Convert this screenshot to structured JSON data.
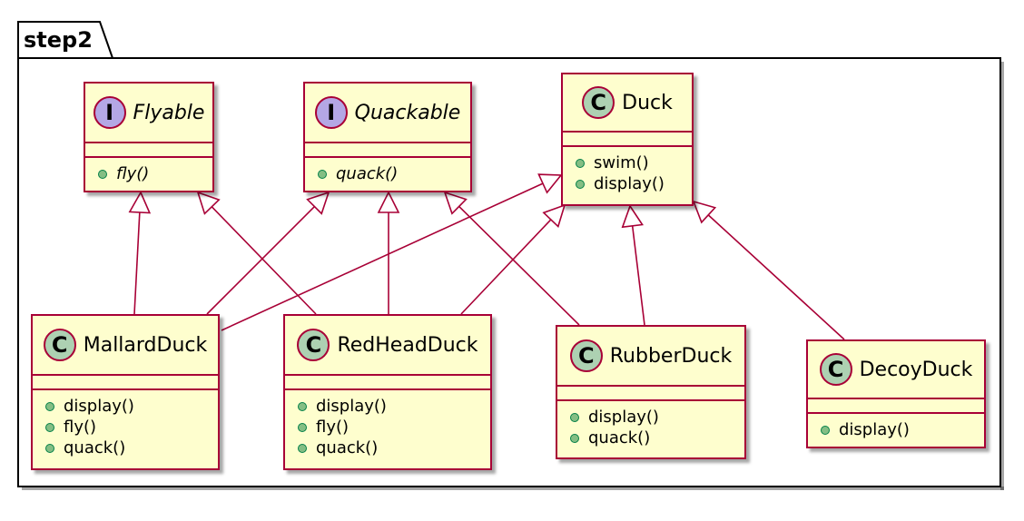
{
  "package": {
    "name": "step2"
  },
  "colors": {
    "border": "#a80036",
    "class_fill": "#fefece",
    "interface_badge": "#b4a7e5",
    "class_badge": "#add1b2",
    "method_dot": "#84be84"
  },
  "classes": {
    "flyable": {
      "kind": "interface",
      "badge": "I",
      "name": "Flyable",
      "italic": true,
      "methods": [
        "fly()"
      ]
    },
    "quackable": {
      "kind": "interface",
      "badge": "I",
      "name": "Quackable",
      "italic": true,
      "methods": [
        "quack()"
      ]
    },
    "duck": {
      "kind": "class",
      "badge": "C",
      "name": "Duck",
      "italic": false,
      "methods": [
        "swim()",
        "display()"
      ]
    },
    "mallard": {
      "kind": "class",
      "badge": "C",
      "name": "MallardDuck",
      "italic": false,
      "methods": [
        "display()",
        "fly()",
        "quack()"
      ]
    },
    "redhead": {
      "kind": "class",
      "badge": "C",
      "name": "RedHeadDuck",
      "italic": false,
      "methods": [
        "display()",
        "fly()",
        "quack()"
      ]
    },
    "rubber": {
      "kind": "class",
      "badge": "C",
      "name": "RubberDuck",
      "italic": false,
      "methods": [
        "display()",
        "quack()"
      ]
    },
    "decoy": {
      "kind": "class",
      "badge": "C",
      "name": "DecoyDuck",
      "italic": false,
      "methods": [
        "display()"
      ]
    }
  },
  "relations": [
    {
      "from": "mallard",
      "to": "flyable",
      "type": "realizes"
    },
    {
      "from": "redhead",
      "to": "flyable",
      "type": "realizes"
    },
    {
      "from": "mallard",
      "to": "quackable",
      "type": "realizes"
    },
    {
      "from": "redhead",
      "to": "quackable",
      "type": "realizes"
    },
    {
      "from": "rubber",
      "to": "quackable",
      "type": "realizes"
    },
    {
      "from": "mallard",
      "to": "duck",
      "type": "extends"
    },
    {
      "from": "redhead",
      "to": "duck",
      "type": "extends"
    },
    {
      "from": "rubber",
      "to": "duck",
      "type": "extends"
    },
    {
      "from": "decoy",
      "to": "duck",
      "type": "extends"
    }
  ]
}
